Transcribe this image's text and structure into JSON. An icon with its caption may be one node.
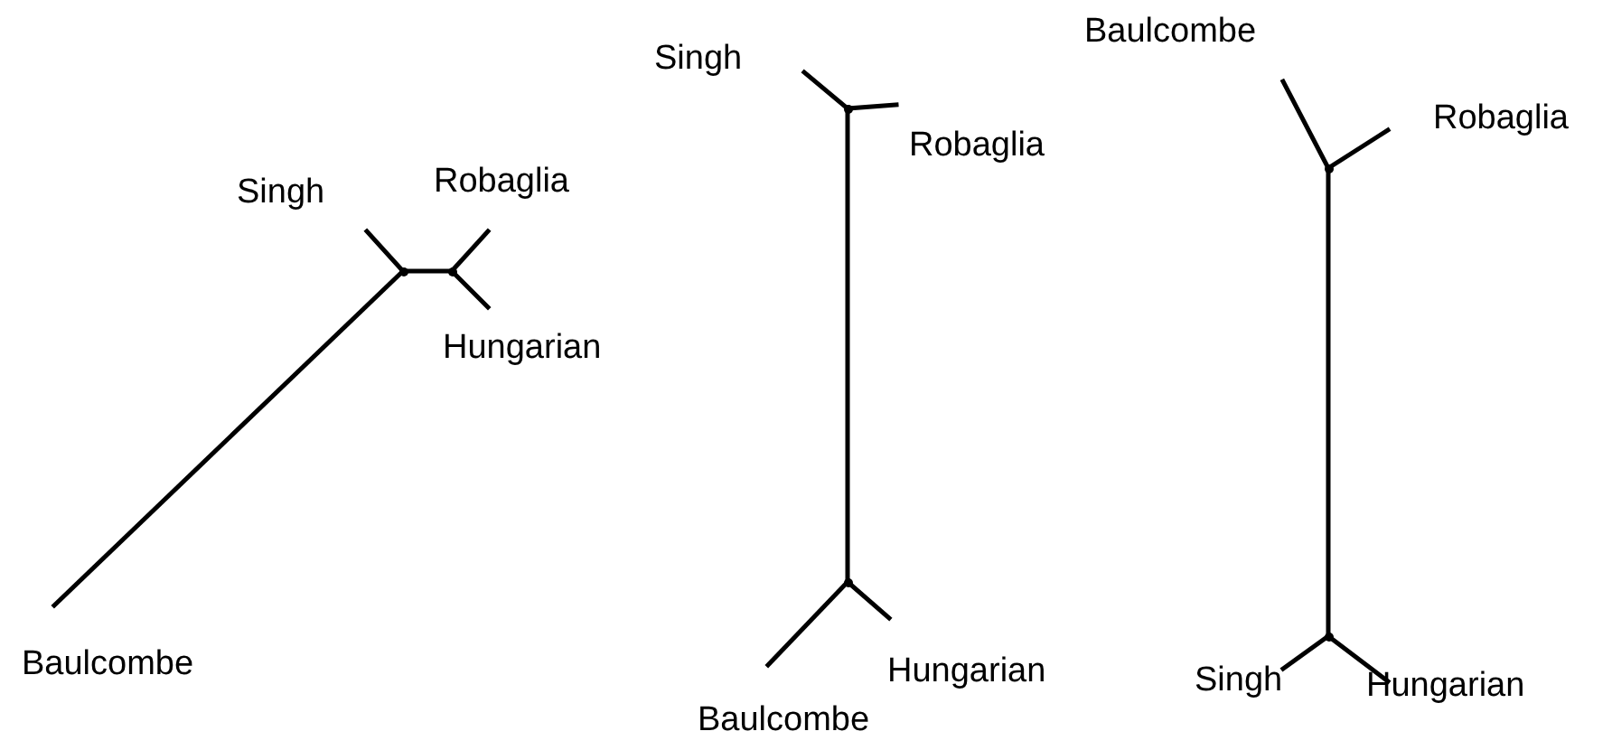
{
  "diagram": {
    "nodes": [
      {
        "text": [
          "Singh"
        ]
      },
      {
        "text": [
          "Robaglia"
        ]
      },
      {
        "text": [
          "Hungarian"
        ]
      },
      {
        "text": [
          "Baulcombe"
        ]
      },
      {
        "text": [],
        "shape": "point"
      },
      {
        "text": [],
        "shape": "point"
      },
      {
        "text": [
          "Singh"
        ]
      },
      {
        "text": [
          "Robaglia"
        ]
      },
      {
        "text": [
          "Hungarian"
        ]
      },
      {
        "text": [
          "Baulcombe"
        ]
      },
      {
        "text": [],
        "shape": "point"
      },
      {
        "text": [],
        "shape": "point"
      },
      {
        "text": [
          "Baulcombe"
        ]
      },
      {
        "text": [
          "Robaglia"
        ]
      },
      {
        "text": [
          "Singh"
        ]
      },
      {
        "text": [
          "Hungarian"
        ]
      },
      {
        "text": [],
        "shape": "point"
      },
      {
        "text": [],
        "shape": "point"
      }
    ],
    "edges": [
      {
        "from": 4,
        "to": 0,
        "arrow": "none"
      },
      {
        "from": 4,
        "to": 3,
        "arrow": "none"
      },
      {
        "from": 4,
        "to": 5,
        "arrow": "none"
      },
      {
        "from": 5,
        "to": 1,
        "arrow": "none"
      },
      {
        "from": 5,
        "to": 2,
        "arrow": "none"
      },
      {
        "from": 10,
        "to": 6,
        "arrow": "none"
      },
      {
        "from": 10,
        "to": 7,
        "arrow": "none"
      },
      {
        "from": 10,
        "to": 11,
        "arrow": "none"
      },
      {
        "from": 11,
        "to": 9,
        "arrow": "none"
      },
      {
        "from": 11,
        "to": 8,
        "arrow": "none"
      },
      {
        "from": 16,
        "to": 12,
        "arrow": "none"
      },
      {
        "from": 16,
        "to": 13,
        "arrow": "none"
      },
      {
        "from": 16,
        "to": 17,
        "arrow": "none"
      },
      {
        "from": 17,
        "to": 14,
        "arrow": "none"
      },
      {
        "from": 17,
        "to": 15,
        "arrow": "none"
      }
    ]
  }
}
